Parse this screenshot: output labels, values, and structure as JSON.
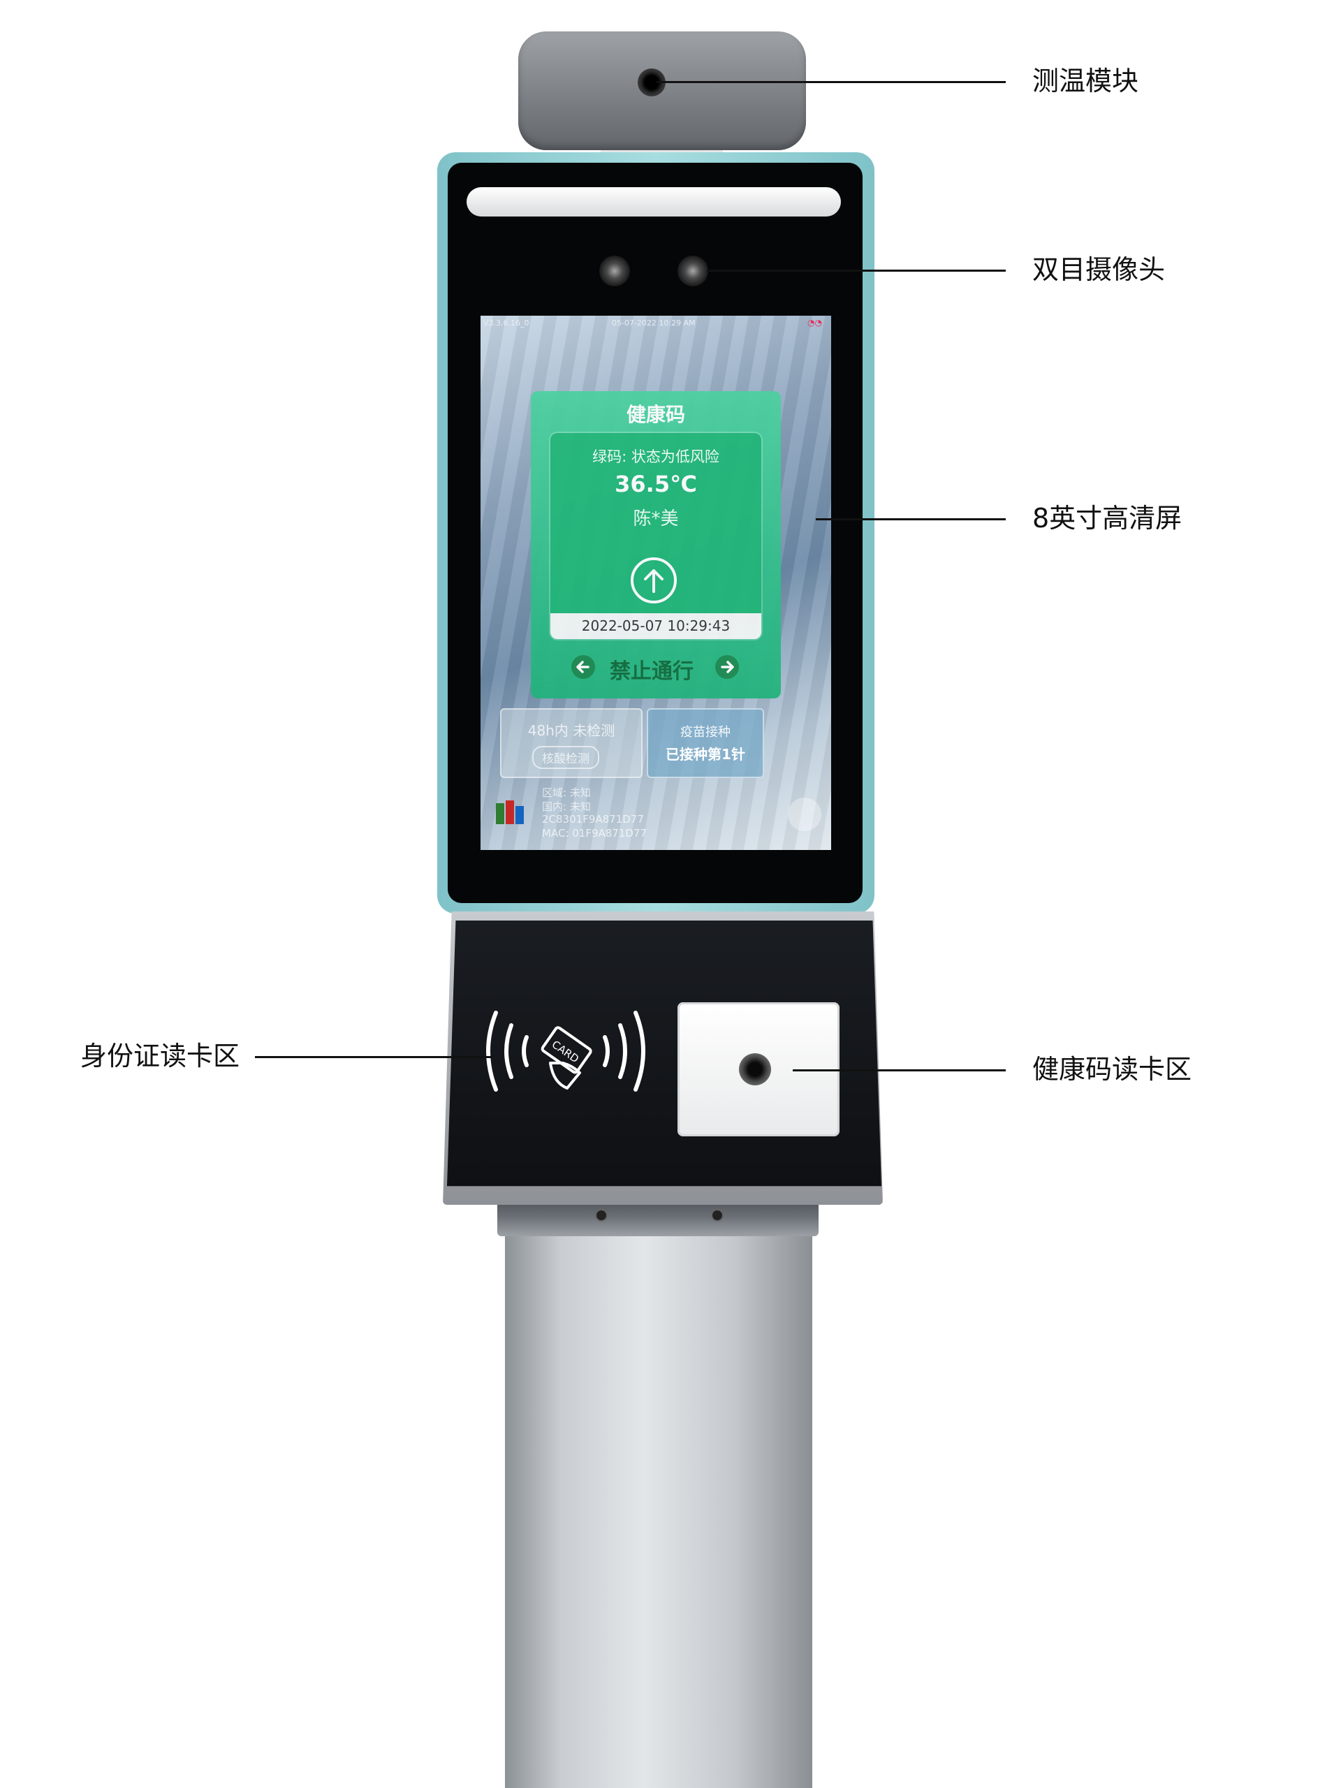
{
  "callouts": {
    "temp_module": "测温模块",
    "dual_camera": "双目摄像头",
    "screen": "8英寸高清屏",
    "id_reader": "身份证读卡区",
    "qr_reader": "健康码读卡区"
  },
  "display": {
    "status_left": "V3.3.6.16_0",
    "status_center": "05-07-2022 10:29 AM",
    "card_title": "健康码",
    "risk_status": "绿码: 状态为低风险",
    "temperature": "36.5℃",
    "name": "陈*美",
    "datetime": "2022-05-07 10:29:43",
    "pass_status": "禁止通行",
    "nat_line1": "48h内 未检测",
    "nat_line2": "核酸检测",
    "vaccine_line1": "疫苗接种",
    "vaccine_line2": "已接种第1针",
    "info_line1": "区域: 未知",
    "info_line2": "国内: 未知",
    "info_line3": "2C8301F9A871D77",
    "info_line4": "MAC: 01F9A871D77"
  },
  "reader": {
    "card_icon_text": "CARD"
  },
  "colors": {
    "frame_teal": "#8fcfd4",
    "health_green": "#21b37c",
    "pass_dark_green": "#0f6b3a"
  }
}
